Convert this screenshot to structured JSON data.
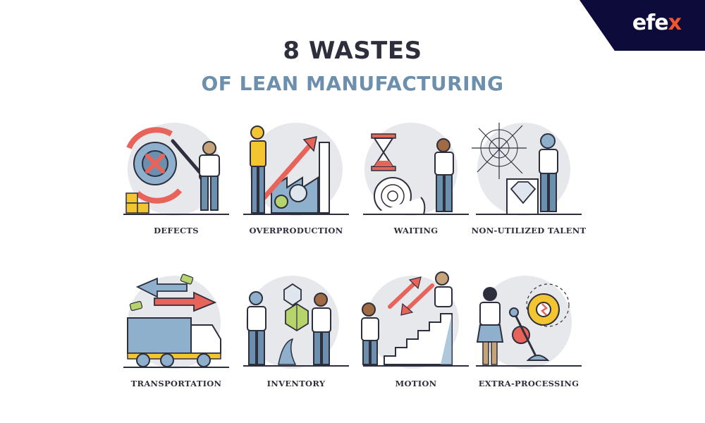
{
  "brand": {
    "logo_main": "efe",
    "logo_x": "x"
  },
  "header": {
    "title": "8 WASTES",
    "subtitle": "OF LEAN MANUFACTURING"
  },
  "wastes": [
    {
      "label": "DEFECTS",
      "icon": "broken-gear-wrench-icon"
    },
    {
      "label": "OVERPRODUCTION",
      "icon": "factory-rising-arrow-icon"
    },
    {
      "label": "WAITING",
      "icon": "hourglass-snail-icon"
    },
    {
      "label": "NON-UTILIZED TALENT",
      "icon": "spiderweb-diamond-icon"
    },
    {
      "label": "TRANSPORTATION",
      "icon": "truck-arrows-icon"
    },
    {
      "label": "INVENTORY",
      "icon": "boxes-icon"
    },
    {
      "label": "MOTION",
      "icon": "stairs-arrows-icon"
    },
    {
      "label": "EXTRA-PROCESSING",
      "icon": "gear-lever-icon"
    }
  ],
  "colors": {
    "ink": "#2d2f3d",
    "accent_blue": "#6c8fae",
    "accent_red": "#e8645a",
    "accent_yellow": "#f2c531",
    "circle_bg": "#e7e8ec",
    "brand_navy": "#0d0b3a",
    "brand_orange": "#f2552c"
  }
}
